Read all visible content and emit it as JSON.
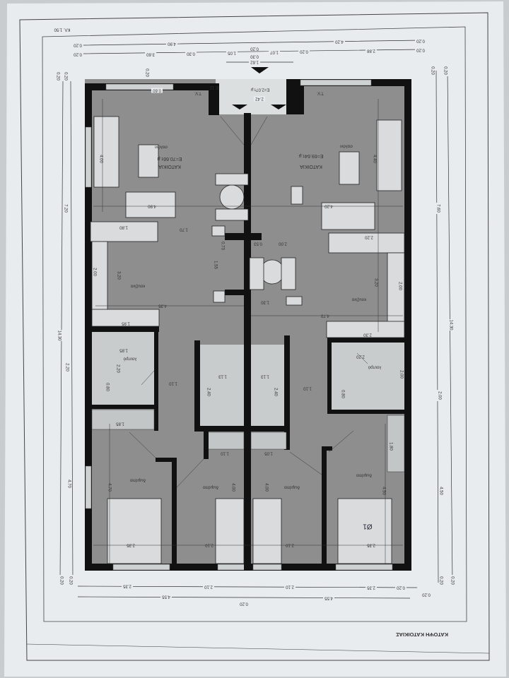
{
  "drawing": {
    "title": "ΚΑΤΟΨΗ ΚΑΤΟΙΚΙΑΣ",
    "scale": "ΚΛ. 1:50",
    "orientation": "rotated 180°",
    "colors": {
      "paper": "#e8ecef",
      "room_fill": "#8e8e8e",
      "walls": "#111111",
      "furniture": "#d9dbdc"
    }
  },
  "apartments": [
    {
      "label": "ΚΑΤΟΙΚΙΑ",
      "area": "Ε=70.66τ.μ"
    },
    {
      "label": "ΚΑΤΟΙΚΙΑ",
      "area": "Ε=69.64τ.μ"
    }
  ],
  "rooms": {
    "living": "σαλόνι",
    "kitchen": "κουζίνα",
    "bath": "λουτρό",
    "bedroom": "δωμάτιο",
    "tv": "T.V.",
    "stair_area": "Ε=2.07τ.μ",
    "stair_code": "Ε 11"
  },
  "handwritten_note": "Ø1",
  "dims": {
    "top": [
      "0.20",
      "4.20",
      "0.20",
      "4.90",
      "0.20",
      "0.20",
      "2.88",
      "0.20",
      "1.07",
      "0.30",
      "1.05",
      "0.30",
      "3.60",
      "0.20",
      "1.62",
      "2.42",
      "0.60",
      "0.20"
    ],
    "left": [
      "0.20",
      "0.20",
      "7.20",
      "14.30",
      "2.20",
      "4.70",
      "0.20",
      "0.20"
    ],
    "right": [
      "0.20",
      "0.20",
      "7.60",
      "14.30",
      "2.00",
      "4.50",
      "0.20",
      "0.20",
      "0.20"
    ],
    "bottom": [
      "2.35",
      "2.10",
      "2.10",
      "2.35",
      "0.20",
      "4.55",
      "4.55",
      "0.20"
    ],
    "interior": [
      "4.00",
      "4.40",
      "4.90",
      "4.20",
      "1.80",
      "1.70",
      "2.20",
      "2.00",
      "0.53",
      "0.73",
      "1.55",
      "3.20",
      "2.00",
      "3.20",
      "2.00",
      "4.35",
      "1.30",
      "4.73",
      "1.95",
      "2.30",
      "1.85",
      "2.20",
      "0.80",
      "1.10",
      "1.13",
      "2.40",
      "1.13",
      "2.40",
      "1.10",
      "2.20",
      "2.00",
      "0.80",
      "1.85",
      "1.80",
      "1.10",
      "1.05",
      "4.70",
      "4.00",
      "4.00",
      "4.50",
      "2.35",
      "2.10",
      "2.10",
      "2.35"
    ]
  }
}
